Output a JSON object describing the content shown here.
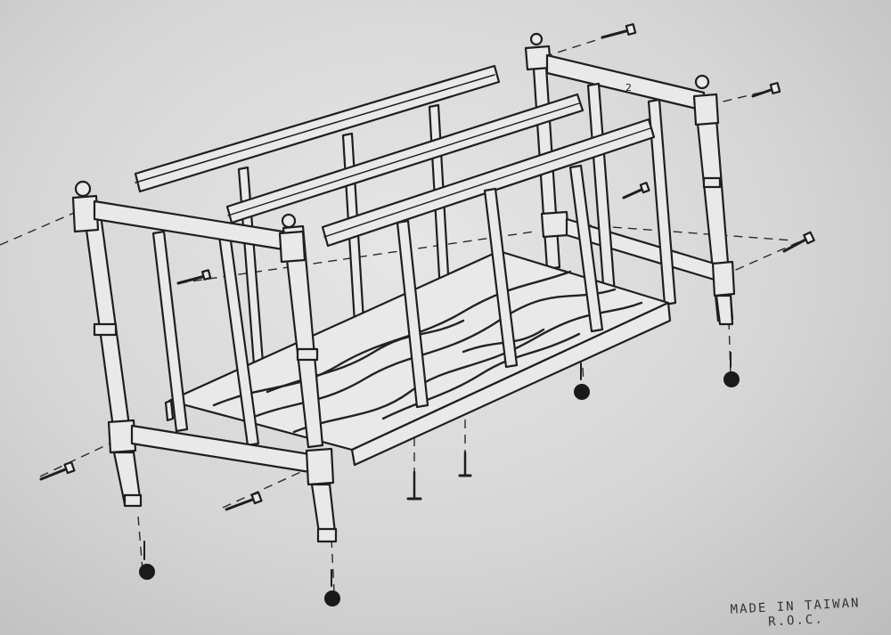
{
  "stamp": {
    "line1": "MADE IN TAIWAN",
    "line2": "R.O.C."
  },
  "part_number": "2",
  "colors": {
    "ink": "#1e1e1e",
    "paper": "#dcdcdc"
  }
}
